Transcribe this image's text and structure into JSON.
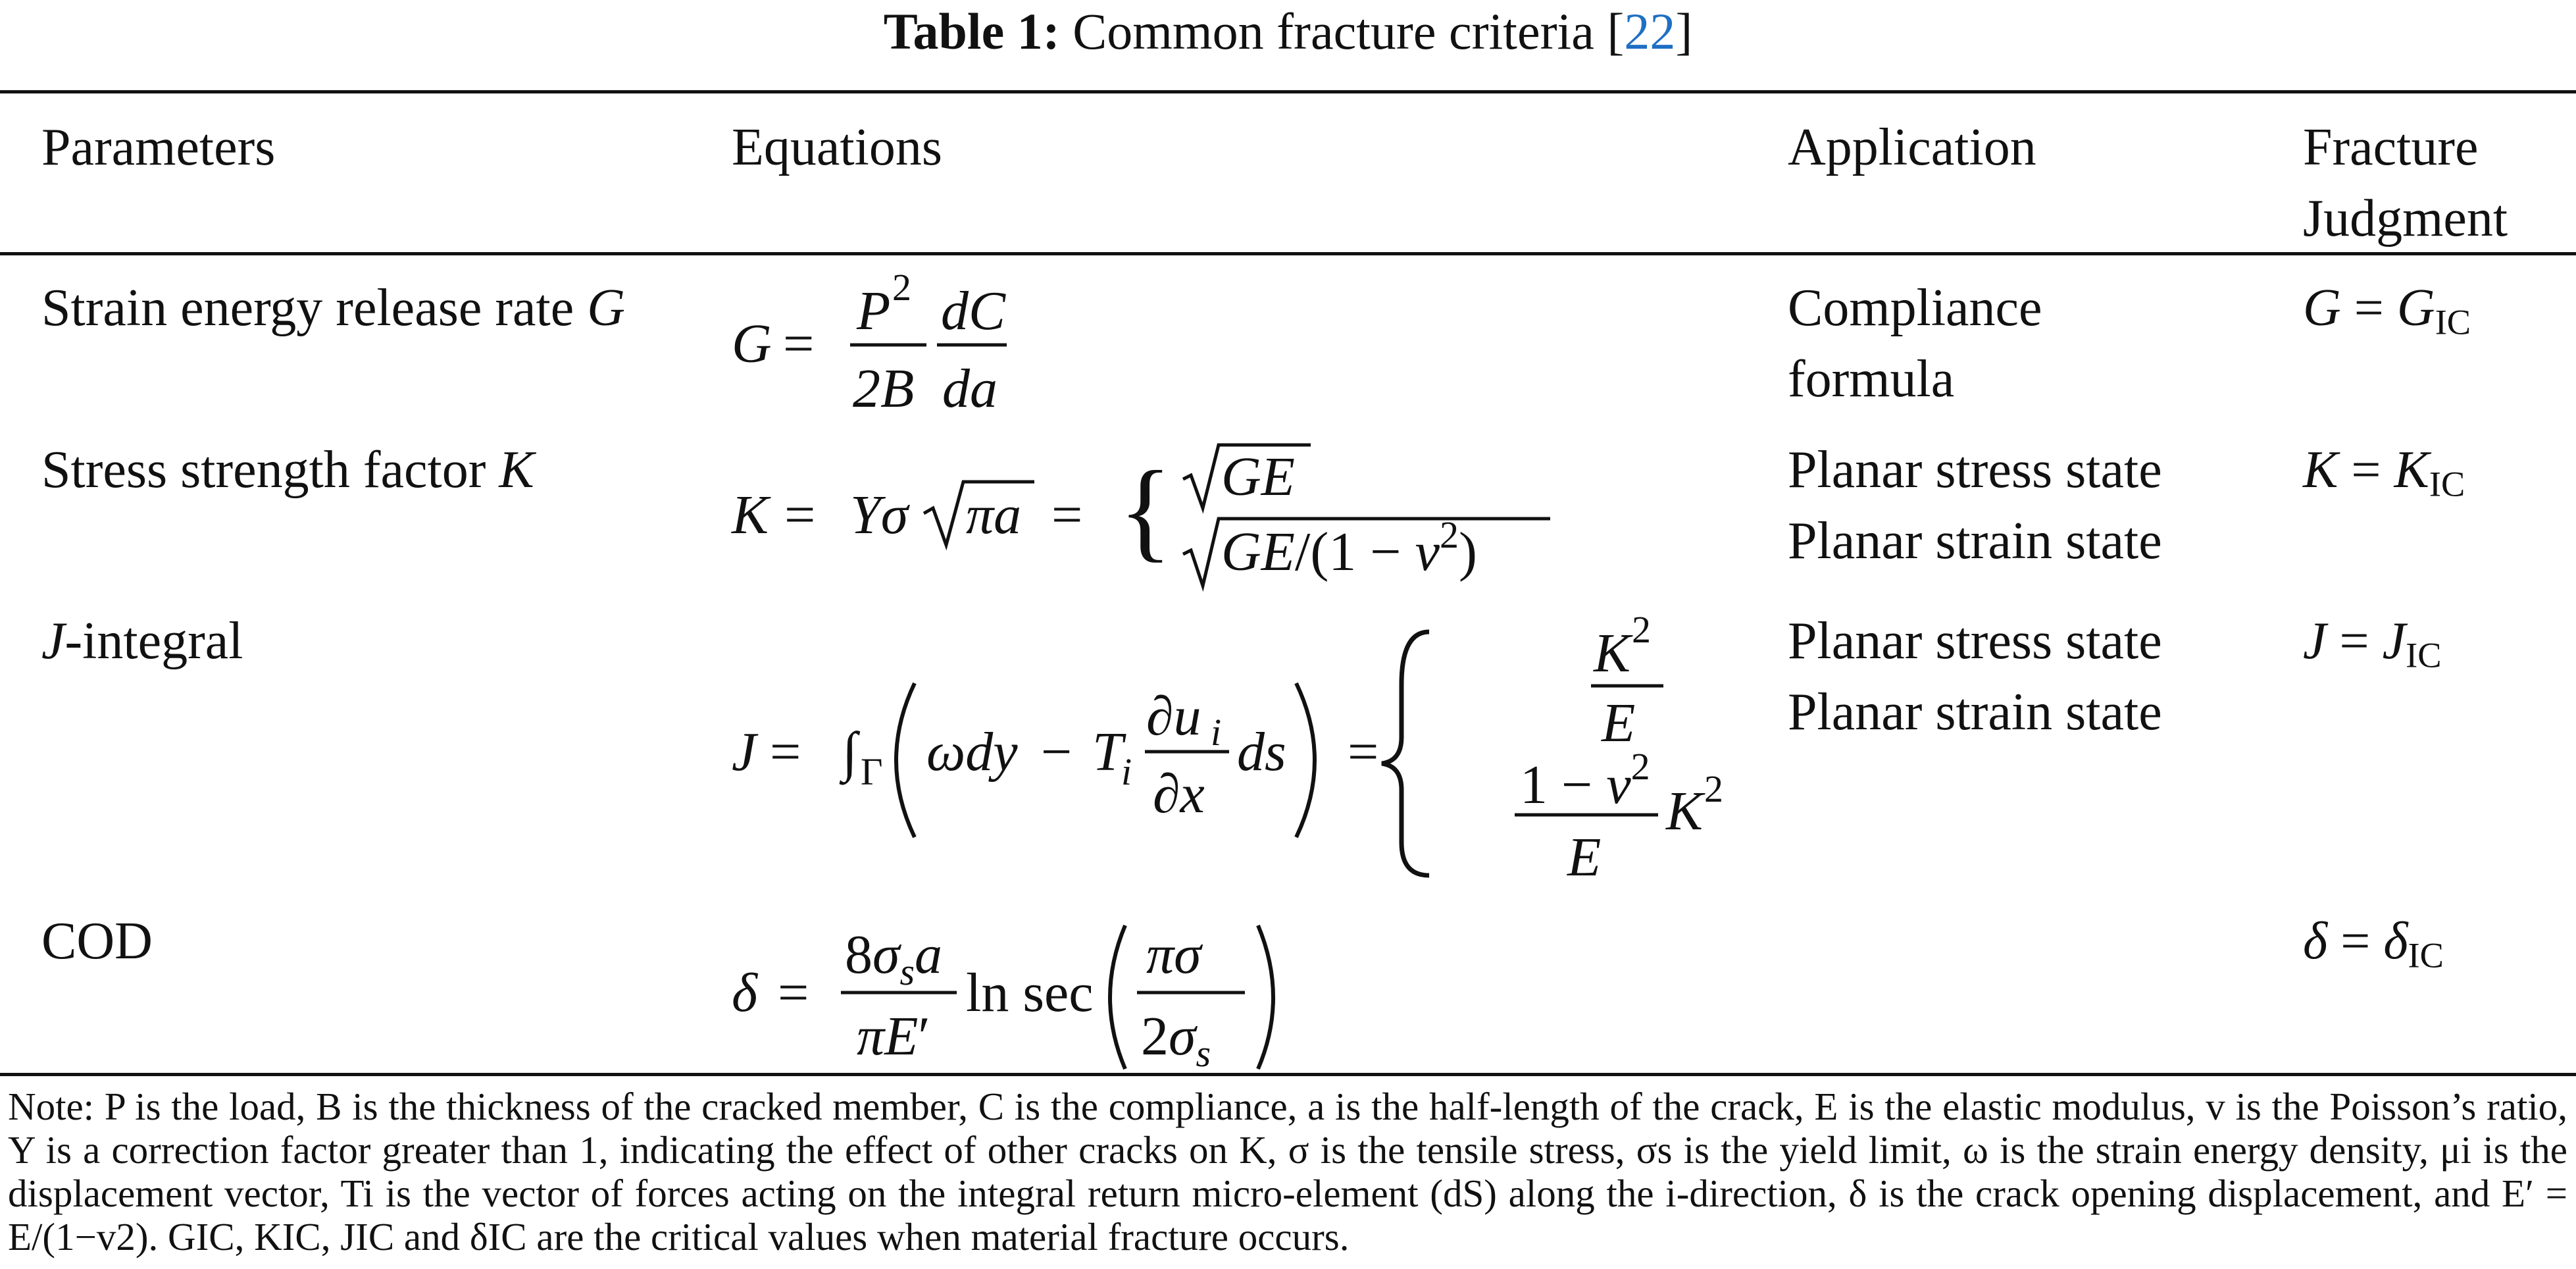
{
  "caption": {
    "label": "Table 1:",
    "text": "Common fracture criteria [",
    "ref": "22",
    "close": "]"
  },
  "headers": {
    "parameters": "Parameters",
    "equations": "Equations",
    "application": "Application",
    "judgment_line1": "Fracture",
    "judgment_line2": "Judgment"
  },
  "rows": [
    {
      "parameter": "Strain energy release rate ",
      "parameter_sym": "G",
      "application": [
        "Compliance",
        "formula"
      ],
      "judgment_sym": "G",
      "judgment_sub": "IC"
    },
    {
      "parameter": "Stress strength factor ",
      "parameter_sym": "K",
      "application": [
        "Planar stress state",
        "Planar strain state"
      ],
      "judgment_sym": "K",
      "judgment_sub": "IC"
    },
    {
      "parameter_sym": "J",
      "parameter": "-integral",
      "application": [
        "Planar stress state",
        "Planar strain state"
      ],
      "judgment_sym": "J",
      "judgment_sub": "IC"
    },
    {
      "parameter": "COD",
      "application": [],
      "judgment_sym": "δ",
      "judgment_sub": "IC"
    }
  ],
  "note": "Note: P is the load, B is the thickness of the cracked member, C is the compliance, a is the half-length of the crack, E is the elastic modulus, v is the Poisson’s ratio, Y is a correction factor greater than 1, indicating the effect of other cracks on K, σ is the tensile stress, σs is the yield limit, ω is the strain energy density, μi is the displacement vector, Ti is the vector of forces acting on the integral return micro-element (dS) along the i-direction, δ is the crack opening displacement, and E′ = E/(1−v2). GIC, KIC, JIC and δIC are the critical values when material fracture occurs."
}
